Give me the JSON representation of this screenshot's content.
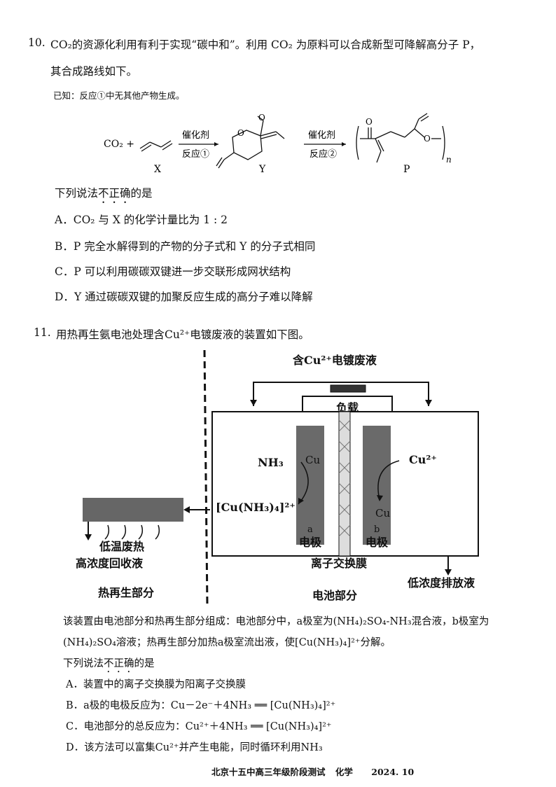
{
  "q10": {
    "number": "10.",
    "line1": "CO₂的资源化利用有利于实现“碳中和”。利用 CO₂ 为原料可以合成新型可降解高分子 P，",
    "line2": "其合成路线如下。",
    "known": "已知：反应①中无其他产物生成。",
    "scheme": {
      "co2_plus": "CO₂ +",
      "catalyst1": "催化剂",
      "reaction1": "反应①",
      "catalyst2": "催化剂",
      "reaction2": "反应②",
      "label_x": "X",
      "label_y": "Y",
      "label_p": "P",
      "o_atom": "O",
      "subscript_n": "n"
    },
    "question_pre": "下列说法",
    "question_emph": "不正确",
    "question_post": "的是",
    "options": [
      {
        "letter": "A．",
        "text": "CO₂ 与 X 的化学计量比为 1 : 2"
      },
      {
        "letter": "B．",
        "text": "P 完全水解得到的产物的分子式和 Y 的分子式相同"
      },
      {
        "letter": "C．",
        "text": "P 可以利用碳碳双键进一步交联形成网状结构"
      },
      {
        "letter": "D．",
        "text": "Y 通过碳碳双键的加聚反应生成的高分子难以降解"
      }
    ]
  },
  "q11": {
    "number": "11.",
    "line1": "用热再生氨电池处理含Cu²⁺电镀废液的装置如下图。",
    "figure": {
      "waste_inlet": "含Cu²⁺电镀废液",
      "load": "负载",
      "nh3": "NH₃",
      "cu_left": "Cu",
      "cu_complex": "[Cu(NH₃)₄]²⁺",
      "cu2_right": "Cu²⁺",
      "cu_right": "Cu",
      "electrode_a_letter": "a",
      "electrode_a": "电极",
      "electrode_b_letter": "b",
      "electrode_b": "电极",
      "membrane": "离子交换膜",
      "low_temp_heat": "低温废热",
      "high_conc": "高浓度回收液",
      "low_conc": "低浓度排放液",
      "thermal_part": "热再生部分",
      "battery_part": "电池部分"
    },
    "desc1": "该装置由电池部分和热再生部分组成：电池部分中，a极室为(NH₄)₂SO₄-NH₃混合液，b极室为",
    "desc2": "(NH₄)₂SO₄溶液；热再生部分加热a极室流出液，使[Cu(NH₃)₄]²⁺分解。",
    "question_pre": "下列说法",
    "question_emph": "不正确",
    "question_post": "的是",
    "options": [
      {
        "letter": "A．",
        "text": "装置中的离子交换膜为阳离子交换膜"
      },
      {
        "letter": "B．",
        "text": "a极的电极反应为：Cu－2e⁻＋4NH₃ ══ [Cu(NH₃)₄]²⁺"
      },
      {
        "letter": "C．",
        "text": "电池部分的总反应为：Cu²⁺＋4NH₃ ══ [Cu(NH₃)₄]²⁺"
      },
      {
        "letter": "D．",
        "text": "该方法可以富集Cu²⁺并产生电能，同时循环利用NH₃"
      }
    ]
  },
  "footer": {
    "school": "北京十五中高三年级阶段测试",
    "subject": "化学",
    "date": "2024. 10"
  }
}
